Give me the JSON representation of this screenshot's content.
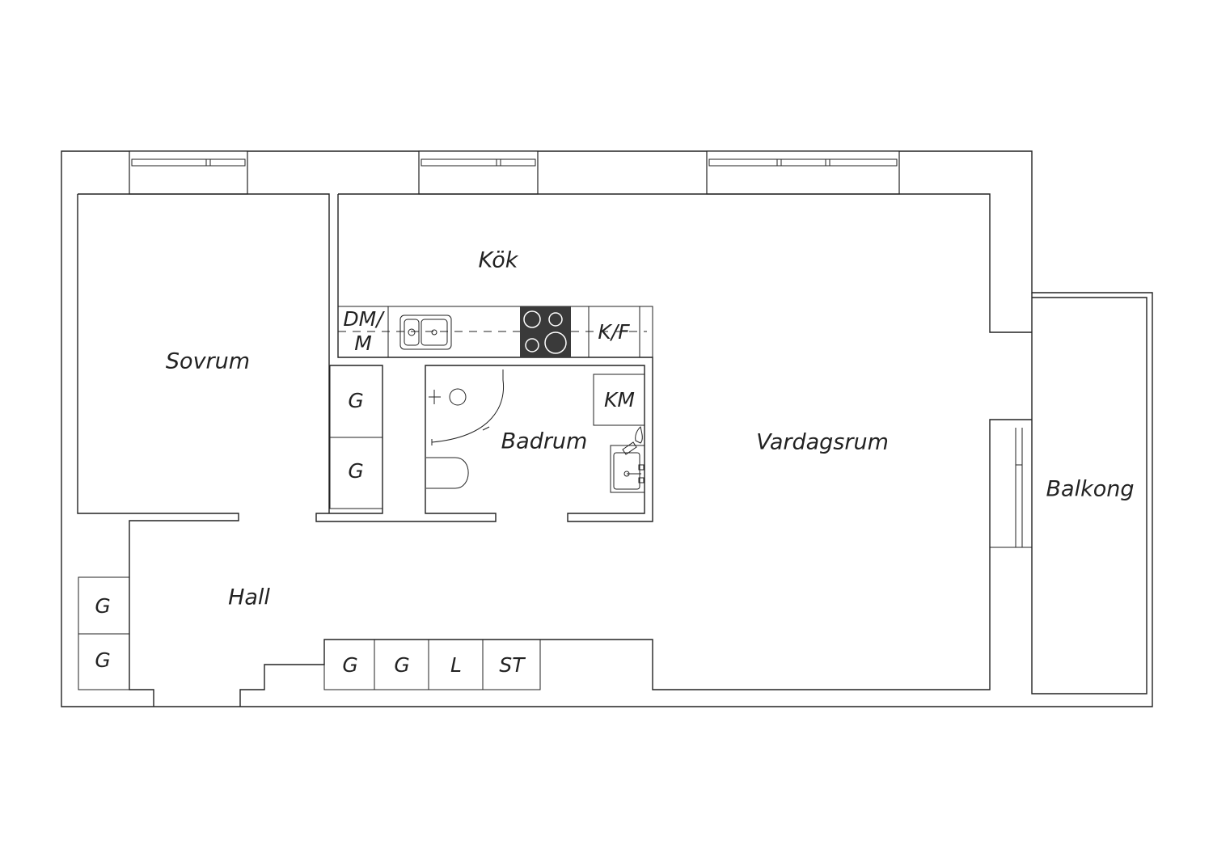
{
  "rooms": {
    "kok": "Kök",
    "sovrum": "Sovrum",
    "badrum": "Badrum",
    "vardagsrum": "Vardagsrum",
    "balkong": "Balkong",
    "hall": "Hall"
  },
  "fixtures": {
    "dm_top": "DM/",
    "dm_bottom": "M",
    "kf": "K/F",
    "km": "KM",
    "g": "G",
    "l": "L",
    "st": "ST"
  },
  "colors": {
    "line": "#222222",
    "stove": "#3a3a3a"
  }
}
